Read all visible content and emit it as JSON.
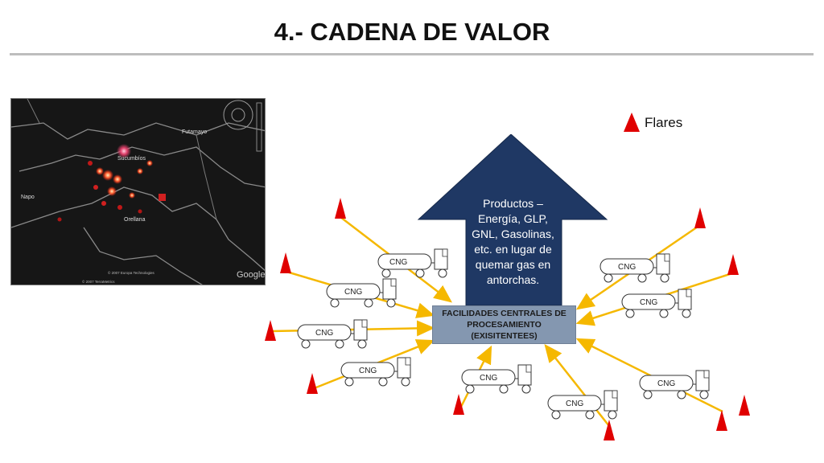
{
  "slide": {
    "title": "4.- CADENA DE VALOR"
  },
  "legend": {
    "label": "Flares",
    "icon": "flare-triangle-icon",
    "color": "#e00000"
  },
  "arrow": {
    "text": "Productos – Energía, GLP, GNL, Gasolinas, etc. en lugar de quemar gas en antorchas.",
    "color": "#1f3864"
  },
  "center_box": {
    "text": "FACILIDADES CENTRALES DE PROCESAMIENTO (EXISITENTEES)",
    "color": "#8497b0"
  },
  "truck_label": "CNG",
  "connector_color": "#f5b800",
  "map": {
    "labels": [
      "Futamayo",
      "Sucumbíos",
      "Napo",
      "Orellana",
      "Google",
      "© 2007 Europa Technologies",
      "© 2007 TerraMetrics"
    ]
  }
}
